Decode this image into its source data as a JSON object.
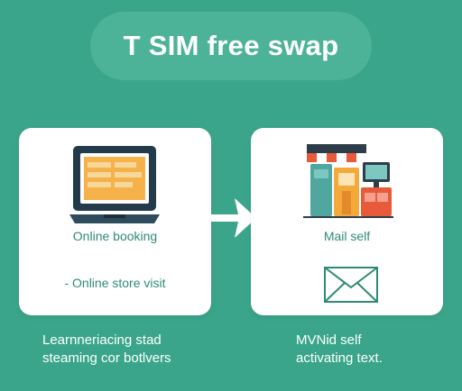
{
  "title": "T SIM free swap",
  "left_card": {
    "label_top": "Online booking",
    "label_bottom": "- Online store visit",
    "icon": "laptop-icon"
  },
  "right_card": {
    "label_top": "Mail self",
    "icon_top": "shop-icon",
    "icon_bottom": "mail-icon"
  },
  "captions": {
    "left_line1": "Learnneriacing stad",
    "left_line2": "steaming cor botlvers",
    "right_line1": "MVNid self",
    "right_line2": "activating text."
  },
  "colors": {
    "background": "#3aa58a",
    "pill": "#4db398",
    "card": "#ffffff",
    "accent_text": "#2f8a75",
    "laptop_screen": "#f4a93b",
    "mail_stroke": "#2f8a75"
  }
}
